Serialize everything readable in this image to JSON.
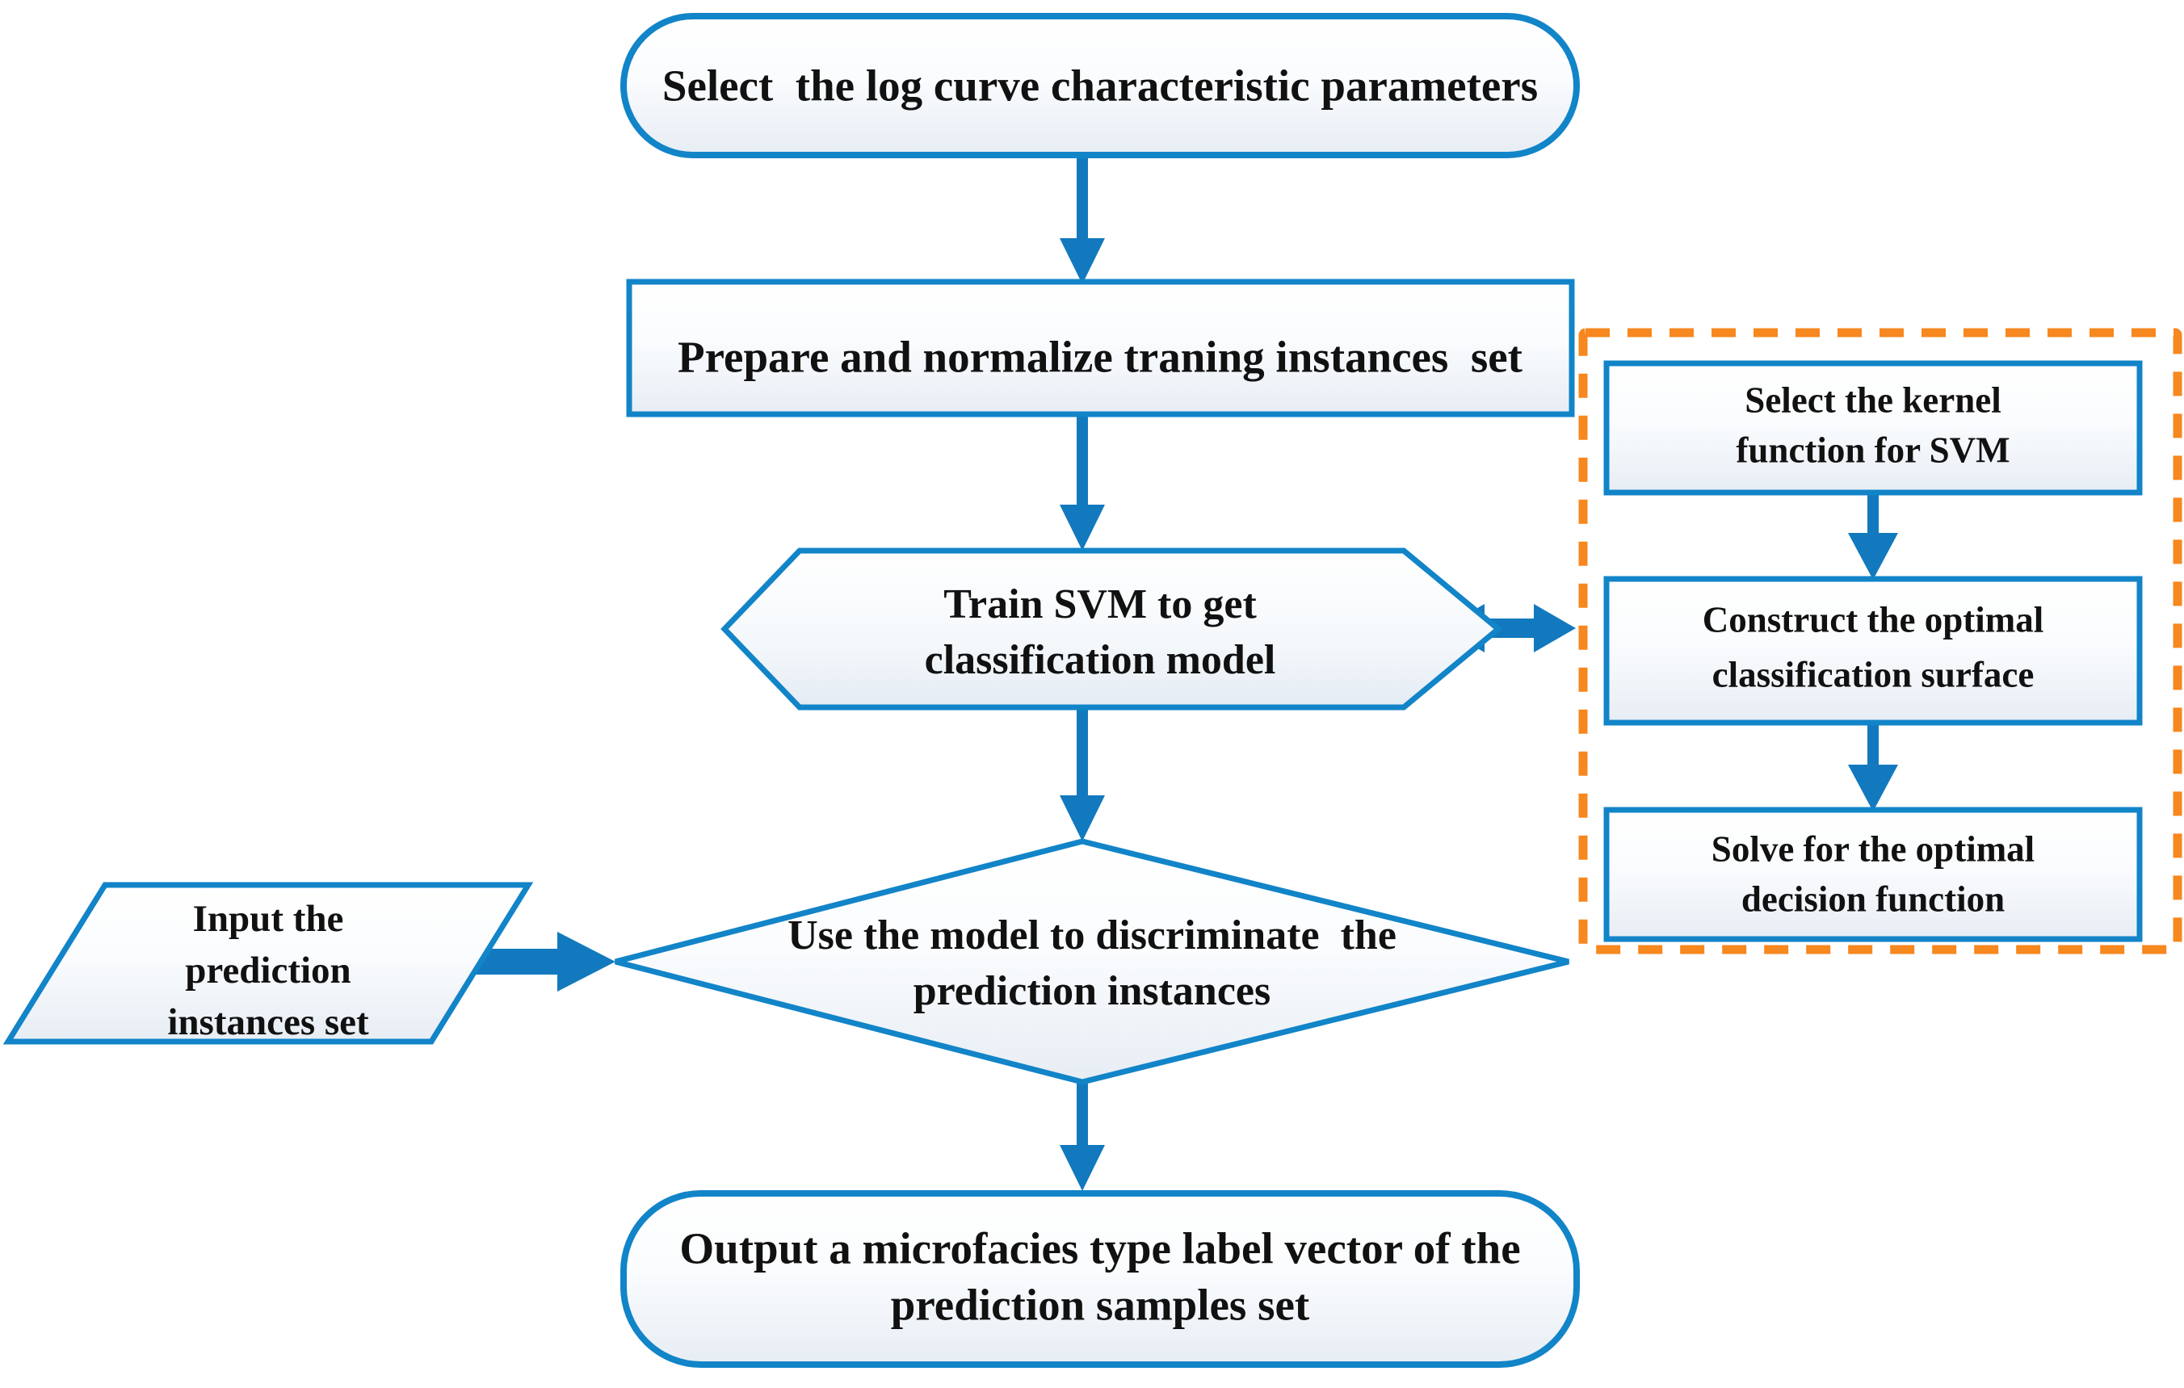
{
  "diagram": {
    "title": "SVM-based microfacies prediction workflow",
    "colors": {
      "node_stroke": "#1284c8",
      "arrow": "#1279be",
      "group_dashed": "#f7871f",
      "node_fill_top": "#fdfeff",
      "node_fill_bottom": "#eaeff5",
      "text": "#111111",
      "background": "#ffffff"
    }
  },
  "nodes": {
    "start": {
      "shape": "stadium",
      "label": "Select  the log curve characteristic parameters"
    },
    "prepare": {
      "shape": "rectangle",
      "label": "Prepare and normalize traning instances  set"
    },
    "train": {
      "shape": "hexagon",
      "line1": "Train SVM to get",
      "line2": "classification model"
    },
    "input_prediction": {
      "shape": "parallelogram",
      "line1": "Input the",
      "line2": "prediction",
      "line3": "instances set"
    },
    "discriminate": {
      "shape": "diamond",
      "line1": "Use the model to discriminate  the",
      "line2": "prediction instances"
    },
    "output": {
      "shape": "stadium",
      "line1": "Output a microfacies type label vector of the",
      "line2": "prediction samples set"
    }
  },
  "svm_group": {
    "border_style": "dashed",
    "steps": [
      {
        "shape": "rectangle",
        "line1": "Select the kernel",
        "line2": "function for SVM"
      },
      {
        "shape": "rectangle",
        "line1": "Construct the optimal",
        "line2": "classification surface"
      },
      {
        "shape": "rectangle",
        "line1": "Solve for the optimal",
        "line2": "decision function"
      }
    ]
  },
  "connectors": [
    {
      "from": "start",
      "to": "prepare",
      "direction": "down"
    },
    {
      "from": "prepare",
      "to": "train",
      "direction": "down"
    },
    {
      "from": "train",
      "to": "svm_group",
      "direction": "bidirectional"
    },
    {
      "from": "train",
      "to": "discriminate",
      "direction": "down"
    },
    {
      "from": "input_prediction",
      "to": "discriminate",
      "direction": "right"
    },
    {
      "from": "discriminate",
      "to": "output",
      "direction": "down"
    },
    {
      "from": "svm_step_1",
      "to": "svm_step_2",
      "direction": "down"
    },
    {
      "from": "svm_step_2",
      "to": "svm_step_3",
      "direction": "down"
    }
  ]
}
